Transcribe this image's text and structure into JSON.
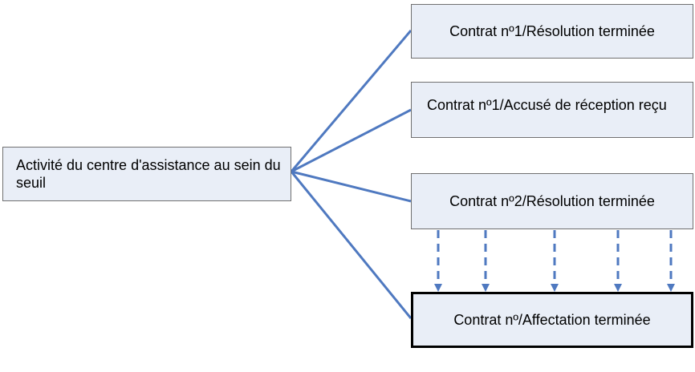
{
  "diagram": {
    "source": {
      "label": "Activité du centre d'assistance au sein du seuil"
    },
    "targets": [
      {
        "label": "Contrat nº1/Résolution terminée"
      },
      {
        "label": "Contrat nº1/Accusé de réception reçu"
      },
      {
        "label": "Contrat nº2/Résolution terminée"
      },
      {
        "label": "Contrat nº/Affectation terminée"
      }
    ]
  },
  "colors": {
    "connector": "#4f79c0",
    "box_fill": "#e9eef7",
    "box_border": "#707070",
    "emphasis_border": "#000000"
  }
}
